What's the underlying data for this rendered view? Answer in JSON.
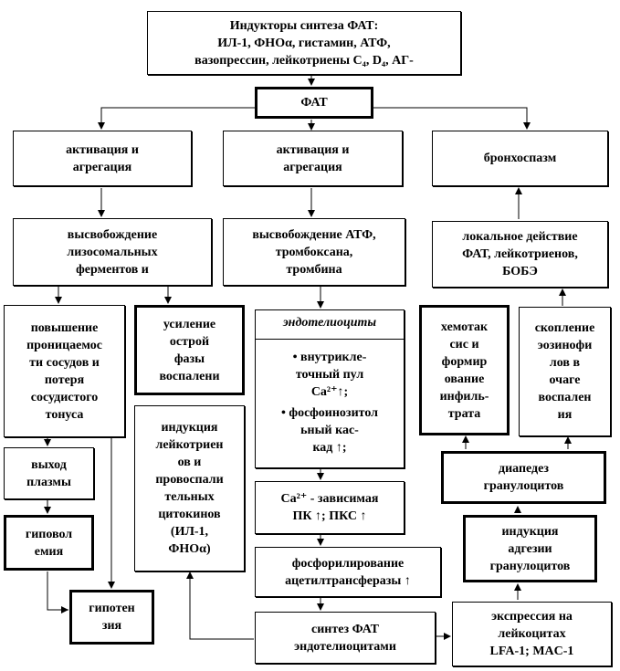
{
  "nodes": {
    "inducers": "Индукторы синтеза ФАТ:\nИЛ-1, ФНОα, гистамин, АТФ,\nвазопрессин, лейкотриены C₄, D₄, АГ-",
    "fat": "ФАТ",
    "activation1": "активация и\nагрегация",
    "activation2": "активация и\nагрегация",
    "bronchospasm": "бронхоспазм",
    "lysosomal": "высвобождение\nлизосомальных\nферментов и",
    "atp_release": "высвобождение АТФ,\nтромбоксана,\nтромбина",
    "local_action": "локальное действие\nФАТ, лейкотриенов,\nБОБЭ",
    "permeability": "повышение\nпроницаемос\nти сосудов и\nпотеря\nсосудистого\nтонуса",
    "acute_phase": "усиление\nострой\nфазы\nвоспалени",
    "endothelio_header": "эндотелиоциты",
    "endothelio_item1": "• внутрикле-\nточный пул\nCa²⁺↑;",
    "endothelio_item2": "• фосфоинозитол\nьный кас-\nкад ↑;",
    "chemotaxis": "хемотак\nсис и\nформир\nование\nинфиль-\nтрата",
    "eosinophil": "скопление\nэозинофи\nлов в\nочаге\nвоспален\nия",
    "induction_leuko": "индукция\nлейкотриен\nов и\nпровоспали\nтельных\nцитокинов\n(ИЛ-1,\nФНОα)",
    "plasma": "выход\nплазмы",
    "hypovolemia": "гиповол\nемия",
    "ca_pk": "Ca²⁺ - зависимая\nПК ↑; ПКС ↑",
    "diapedesis": "диапедез\nгранулоцитов",
    "adhesion": "индукция\nадгезии\nгранулоцитов",
    "phosphorylation": "фосфорилирование\nацетилтрансферазы ↑",
    "hypotension": "гипотен\nзия",
    "synthesis": "синтез ФАТ\nэндотелиоцитами",
    "expression": "экспрессия на\nлейкоцитах\nLFA-1; MAC-1"
  }
}
